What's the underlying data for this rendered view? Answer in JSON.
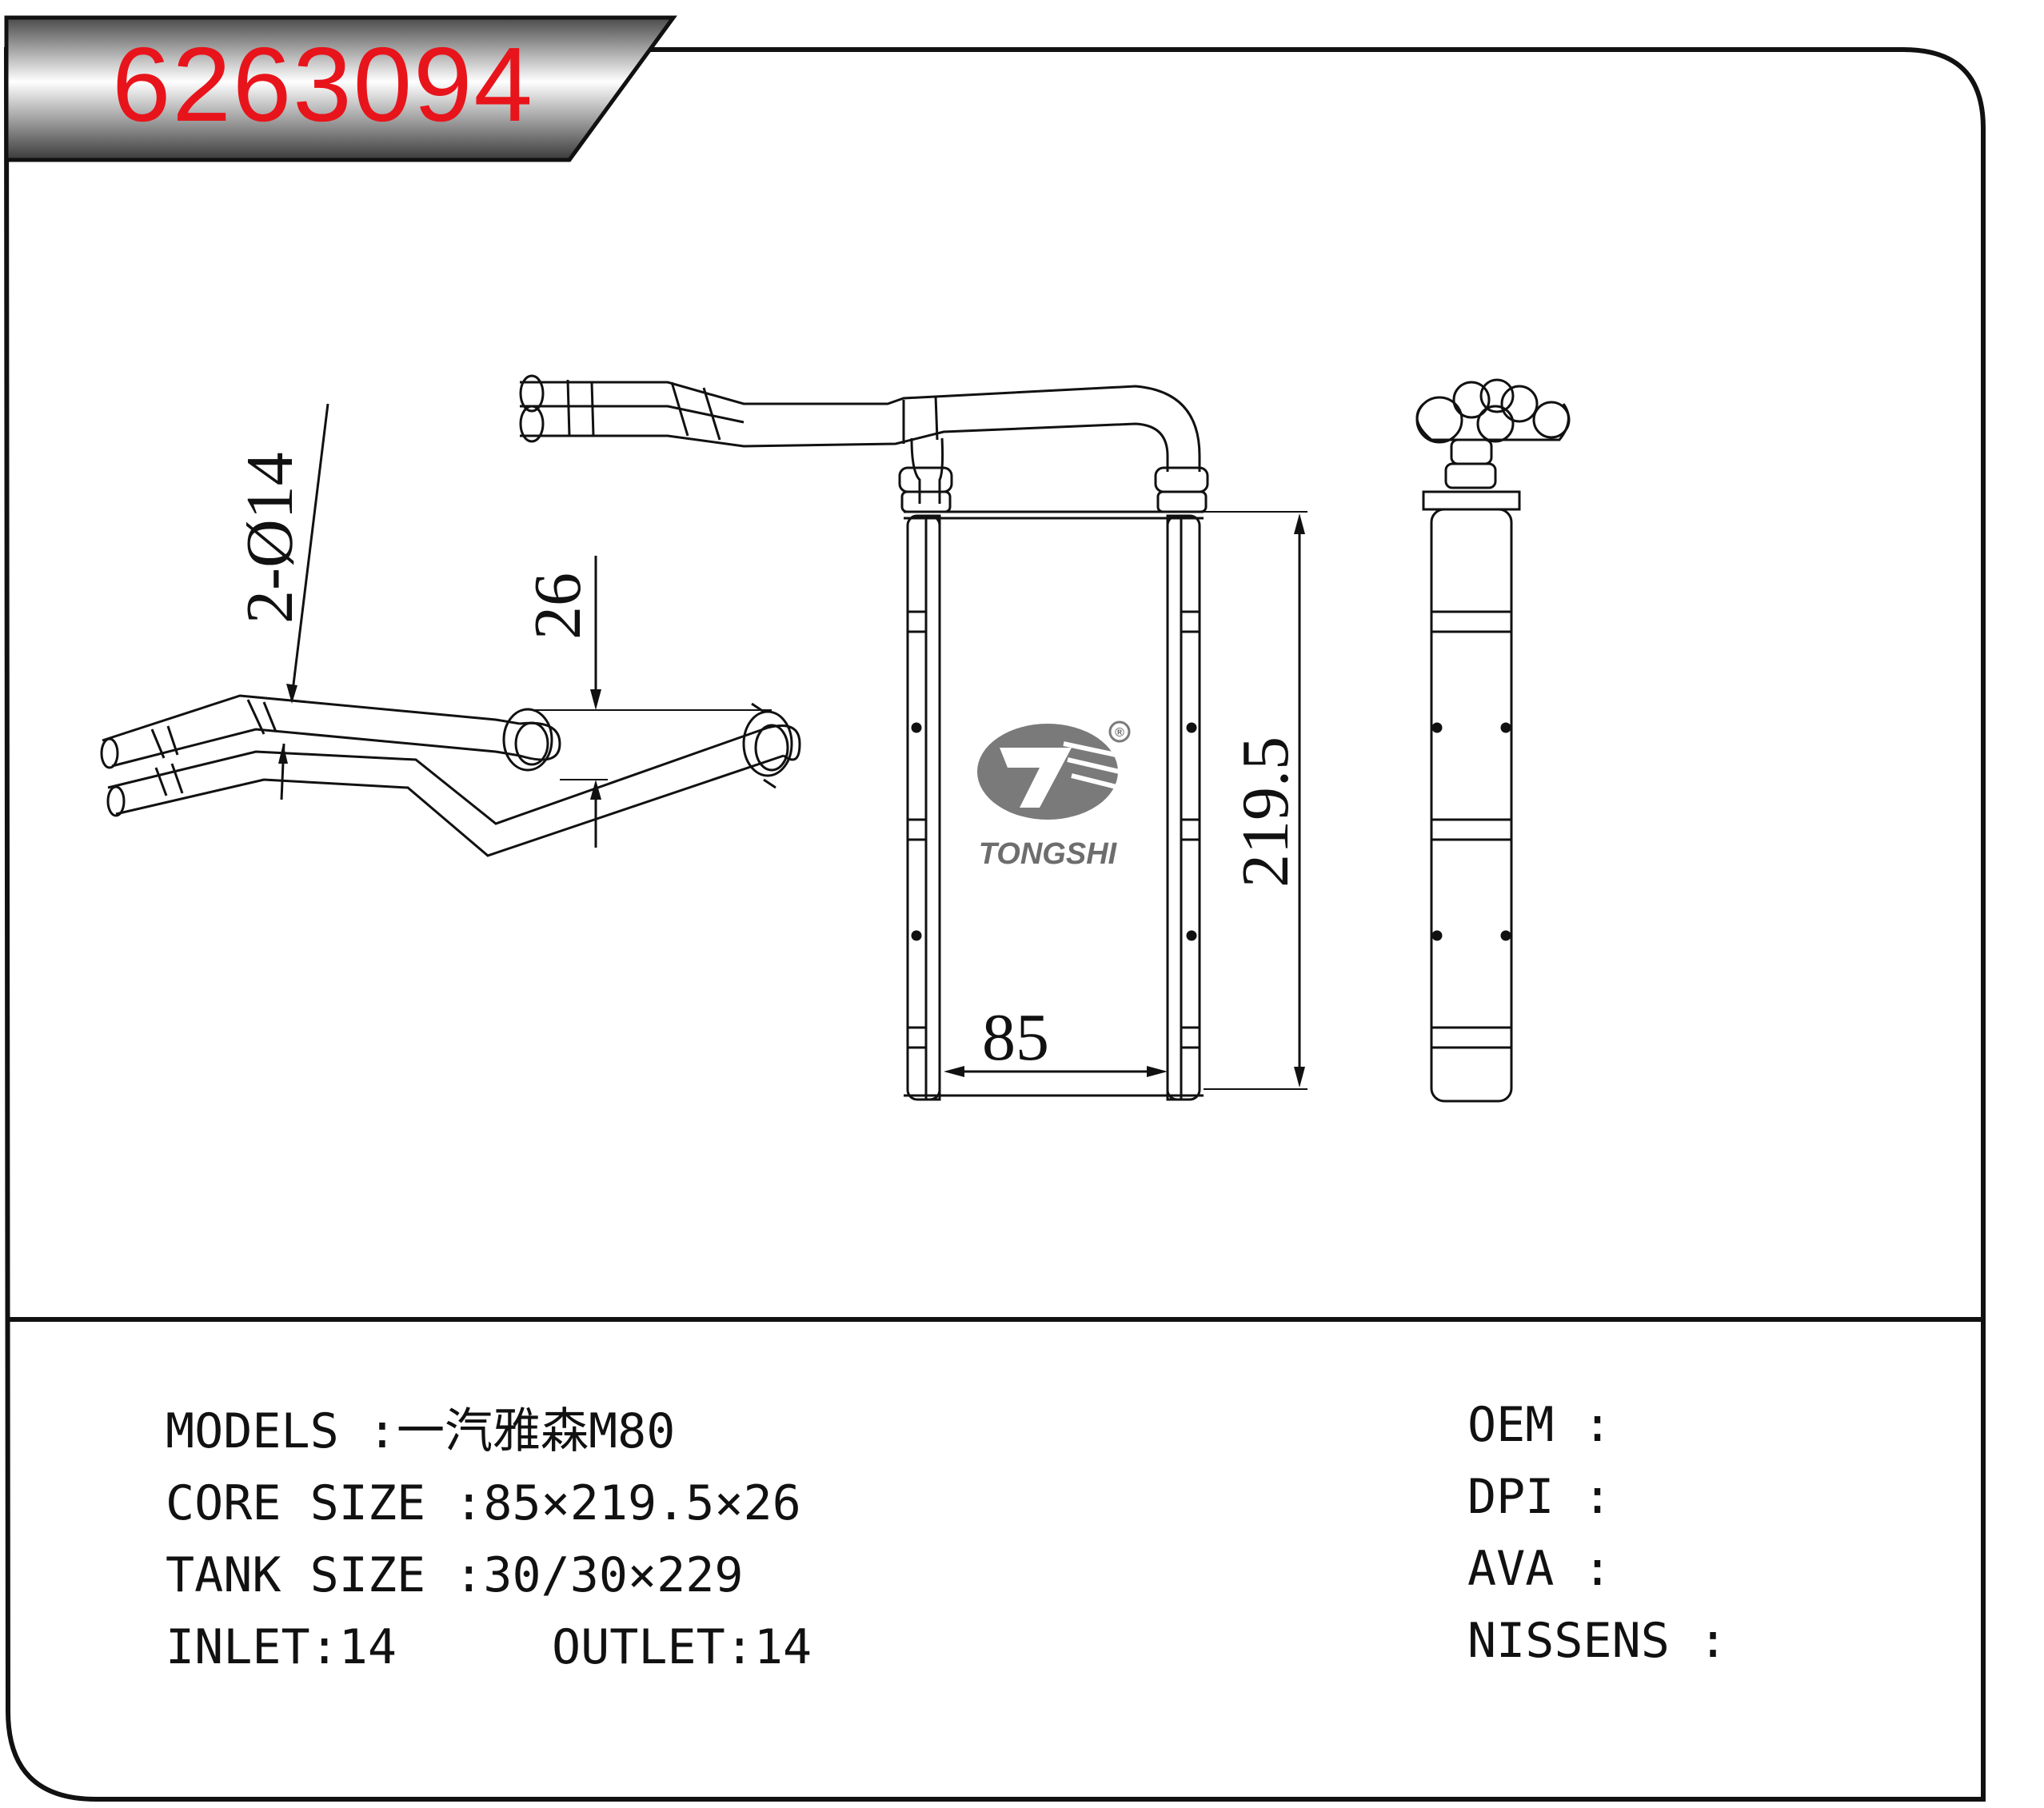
{
  "part_number": "6263094",
  "brand": {
    "name": "TONGSHI",
    "registered_mark": "®"
  },
  "dimensions": {
    "tube_diameter": "2-Ø14",
    "depth": "26",
    "height": "219.5",
    "width": "85"
  },
  "specs_left": [
    {
      "label": "MODELS :",
      "value": "一汽雅森M80"
    },
    {
      "label": "CORE SIZE :",
      "value": "85×219.5×26"
    },
    {
      "label": "TANK SIZE :",
      "value": "30/30×229"
    }
  ],
  "inlet": {
    "label": "INLET:",
    "value": "14"
  },
  "outlet": {
    "label": "OUTLET:",
    "value": "14"
  },
  "specs_right": [
    {
      "label": "OEM :",
      "value": ""
    },
    {
      "label": "DPI :",
      "value": ""
    },
    {
      "label": "AVA :",
      "value": ""
    },
    {
      "label": "NISSENS :",
      "value": ""
    }
  ],
  "colors": {
    "part_number": "#e8141b",
    "line": "#111111",
    "logo": "#6d6d6d"
  }
}
